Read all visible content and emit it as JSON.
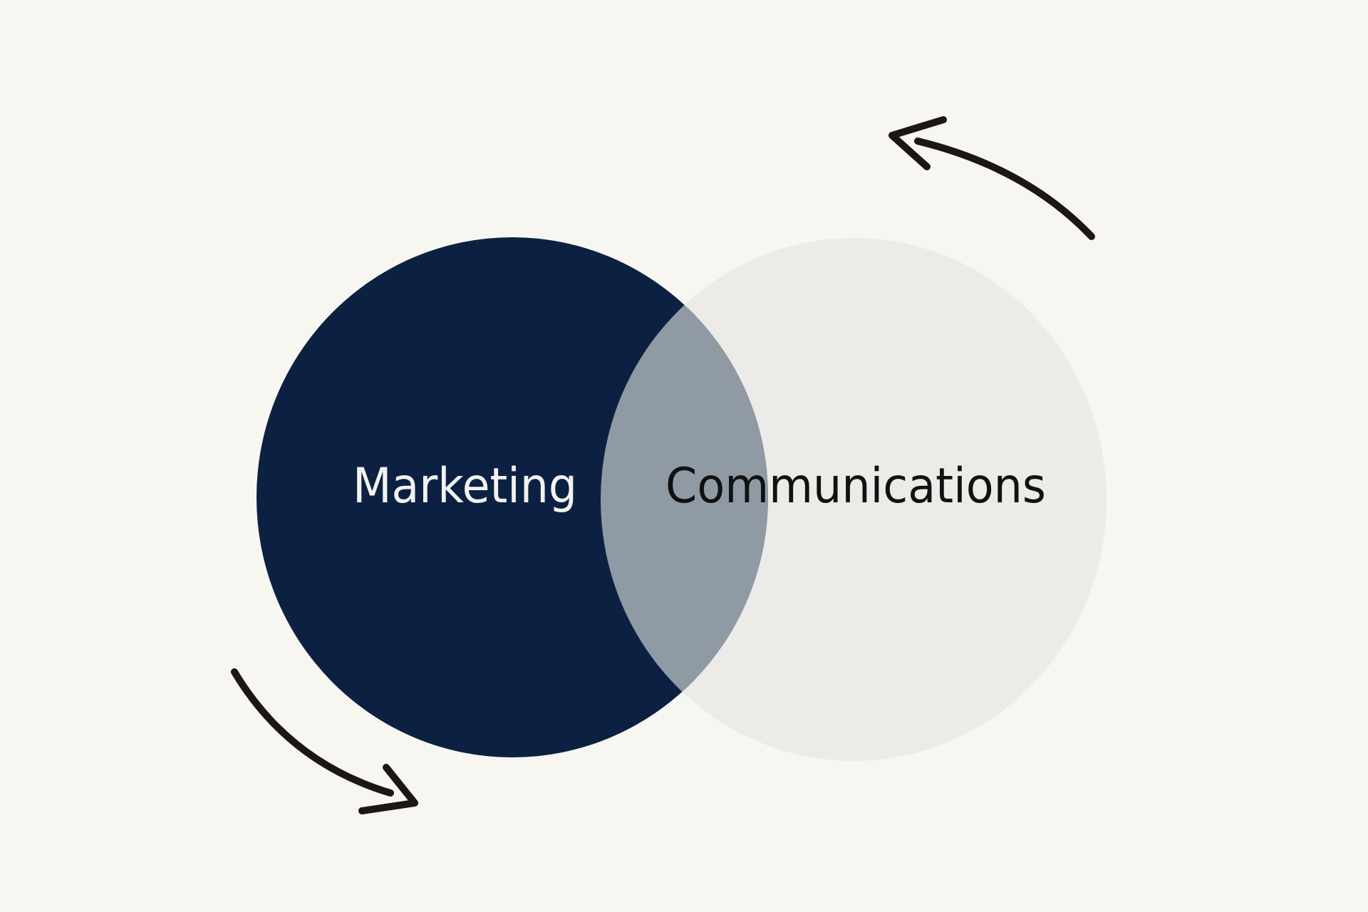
{
  "diagram": {
    "type": "venn",
    "background_color": "#f8f6f1",
    "sets": [
      {
        "id": "marketing",
        "label": "Marketing",
        "fill_color": "#0c2142",
        "text_color": "#f2f2f0"
      },
      {
        "id": "communications",
        "label": "Communications",
        "fill_color": "#ecebe8",
        "text_color": "#111111"
      }
    ],
    "overlap": {
      "between": [
        "marketing",
        "communications"
      ],
      "fill_color": "#8f9aa5"
    },
    "arrows": [
      {
        "id": "top-right-arrow",
        "direction": "counter-clockwise",
        "color": "#1a1714"
      },
      {
        "id": "bottom-left-arrow",
        "direction": "clockwise",
        "color": "#1a1714"
      }
    ]
  }
}
